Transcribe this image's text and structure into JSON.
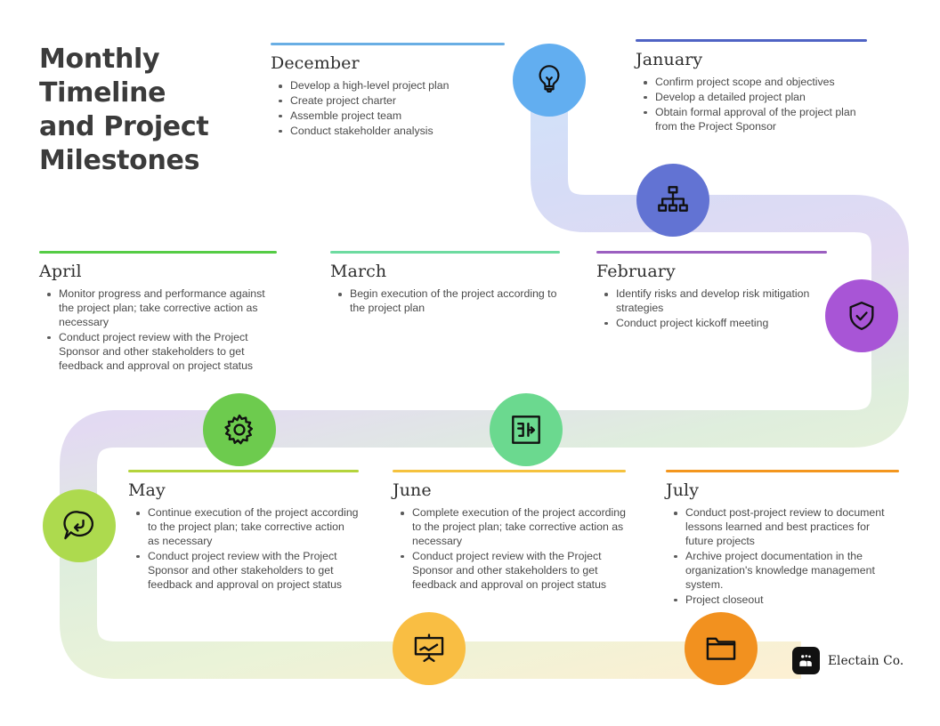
{
  "title": {
    "line1": "Monthly",
    "line2": "Timeline",
    "line3": "and Project",
    "line4": "Milestones"
  },
  "logo": {
    "name": "Electain Co.",
    "mark_icon": "people-group-icon",
    "mark_color": "#111111"
  },
  "ribbon": {
    "description": "serpentine connector band",
    "stops": [
      "#cfe4fb",
      "#d8dcf5",
      "#e4daf2",
      "#ddecd8",
      "#e9f3d6",
      "#fbf0d2"
    ]
  },
  "months": [
    {
      "key": "december",
      "name": "December",
      "rule_color": "#69aee4",
      "items": [
        "Develop a high-level project plan",
        "Create project charter",
        "Assemble project team",
        "Conduct stakeholder analysis"
      ]
    },
    {
      "key": "january",
      "name": "January",
      "rule_color": "#4f63c4",
      "items": [
        "Confirm project scope and objectives",
        "Develop a detailed project plan",
        "Obtain formal approval of the project plan from the Project Sponsor"
      ]
    },
    {
      "key": "february",
      "name": "February",
      "rule_color": "#9b5fc0",
      "items": [
        "Identify risks and develop risk mitigation strategies",
        "Conduct project kickoff meeting"
      ]
    },
    {
      "key": "march",
      "name": "March",
      "rule_color": "#6ddba0",
      "items": [
        "Begin execution of the project according to the project plan"
      ]
    },
    {
      "key": "april",
      "name": "April",
      "rule_color": "#55cc45",
      "items": [
        "Monitor progress and performance against the project plan; take corrective action as necessary",
        "Conduct project review with the Project Sponsor and other stakeholders to get feedback and approval on project status"
      ]
    },
    {
      "key": "may",
      "name": "May",
      "rule_color": "#b4d43c",
      "items": [
        "Continue execution of the project according to the project plan; take corrective action as necessary",
        "Conduct project review with the Project Sponsor and other stakeholders to get feedback and approval on project status"
      ]
    },
    {
      "key": "june",
      "name": "June",
      "rule_color": "#f5c23e",
      "items": [
        "Complete execution of the project according to the project plan; take corrective action as necessary",
        "Conduct project review with the Project Sponsor and other stakeholders to get feedback and approval on project status"
      ]
    },
    {
      "key": "july",
      "name": "July",
      "rule_color": "#f3961e",
      "items": [
        "Conduct post-project review to document lessons learned and best practices for future projects",
        "Archive project documentation in the organization's knowledge management system.",
        "Project closeout"
      ]
    }
  ],
  "icons": [
    {
      "key": "lightbulb",
      "icon": "lightbulb-icon",
      "color": "#62aef0",
      "month": "december"
    },
    {
      "key": "orgchart",
      "icon": "org-chart-icon",
      "color": "#6273d3",
      "month": "january"
    },
    {
      "key": "shield",
      "icon": "shield-check-icon",
      "color": "#a855d6",
      "month": "february"
    },
    {
      "key": "flow",
      "icon": "process-flow-icon",
      "color": "#6bd98f",
      "month": "march"
    },
    {
      "key": "gear",
      "icon": "gear-icon",
      "color": "#6dcb4e",
      "month": "april"
    },
    {
      "key": "chat",
      "icon": "chat-reply-icon",
      "color": "#adda4e",
      "month": "may"
    },
    {
      "key": "presentation",
      "icon": "presentation-chart-icon",
      "color": "#f9be43",
      "month": "june"
    },
    {
      "key": "folder",
      "icon": "folder-icon",
      "color": "#f2911f",
      "month": "july"
    }
  ]
}
